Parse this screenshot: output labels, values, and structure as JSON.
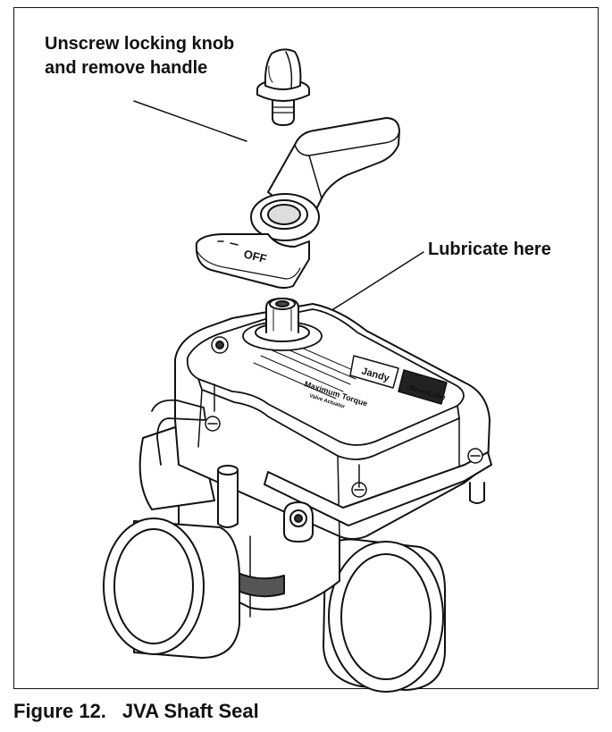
{
  "callouts": {
    "unscrew": "Unscrew locking knob and remove handle",
    "lubricate": "Lubricate here"
  },
  "caption": {
    "number": "Figure 12.",
    "title": "JVA Shaft Seal"
  },
  "decals": {
    "handle_text": "OFF",
    "brand": "Jandy",
    "valve": "NeverLube",
    "top_line1": "Maximum Torque",
    "top_line2": "Valve Actuator"
  }
}
